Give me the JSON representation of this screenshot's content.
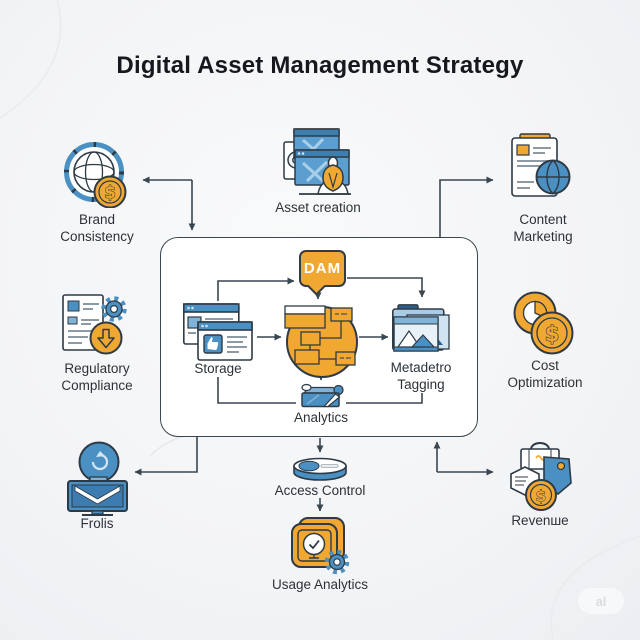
{
  "title": "Digital Asset Management Strategy",
  "colors": {
    "orange": "#F0A832",
    "blue": "#4A90C2",
    "light_blue": "#A9CBE6",
    "outline": "#2E3A45",
    "connector": "#3A4750",
    "box_fill": "#FFFFFF",
    "background": "#F2F3F5",
    "title_color": "#15191E"
  },
  "hub": {
    "label": "DAM",
    "icon": "sitemap-circle-icon"
  },
  "inner": {
    "storage": {
      "label": "Storage",
      "icon": "browser-windows-icon"
    },
    "metadata": {
      "line1": "Metadetro",
      "line2": "Tagging",
      "icon": "photo-folder-icon"
    },
    "analytics": {
      "label": "Analytics",
      "icon": "analytics-box-icon"
    }
  },
  "outer": {
    "asset_creation": {
      "label": "Asset creation",
      "icon": "media-windows-pen-icon"
    },
    "brand": {
      "line1": "Brand",
      "line2": "Consistency",
      "icon": "globe-dollar-icon"
    },
    "regulatory": {
      "line1": "Regulatory",
      "line2": "Compliance",
      "icon": "document-gear-download-icon"
    },
    "frolis": {
      "label": "Frolis",
      "icon": "monitor-mail-icon"
    },
    "content": {
      "line1": "Content",
      "line2": "Marketing",
      "icon": "document-globe-icon"
    },
    "cost": {
      "line1": "Cost",
      "line2": "Optimization",
      "icon": "coins-dollar-icon"
    },
    "revenue": {
      "label": "Revenшe",
      "icon": "bag-tag-coin-icon"
    },
    "access": {
      "label": "Access Control",
      "icon": "toggle-pill-icon"
    },
    "usage": {
      "label": "Usage Analytics",
      "icon": "folder-gear-icon"
    }
  },
  "watermark": "al"
}
